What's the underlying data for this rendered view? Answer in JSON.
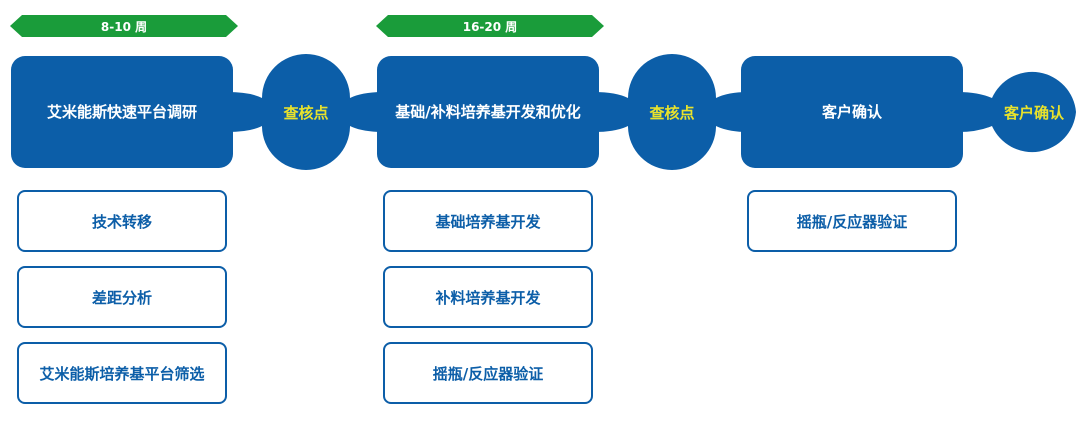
{
  "timelines": [
    "8-10 周",
    "16-20 周"
  ],
  "stages": [
    "艾米能斯快速平台调研",
    "基础/补料培养基开发和优化",
    "客户确认"
  ],
  "checkpoints": [
    "查核点",
    "查核点",
    "客户确认"
  ],
  "tasks": {
    "col1": [
      "技术转移",
      "差距分析",
      "艾米能斯培养基平台筛选"
    ],
    "col2": [
      "基础培养基开发",
      "补料培养基开发",
      "摇瓶/反应器验证"
    ],
    "col3": [
      "摇瓶/反应器验证"
    ]
  },
  "colors": {
    "primary_blue": "#0c5ea8",
    "timeline_green": "#1a9c3a",
    "checkpoint_text": "#e8e22c"
  }
}
